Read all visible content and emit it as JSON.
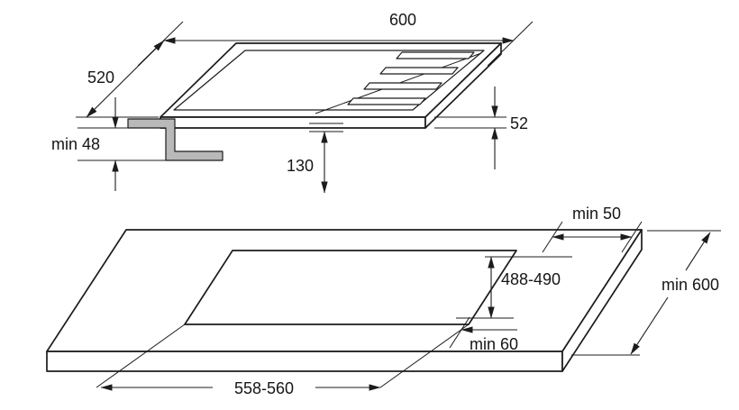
{
  "meta": {
    "background": "#ffffff",
    "line_color": "#1c1c1c",
    "profile_fill": "#b9b9b9"
  },
  "hob_view": {
    "width_mm": "600",
    "depth_mm": "520",
    "min_clearance_below": "min 48",
    "front_offset": "130",
    "height_mm": "52"
  },
  "worktop_view": {
    "cutout_width": "558-560",
    "cutout_depth": "488-490",
    "min_rear_distance": "min 50",
    "min_worktop_depth": "min 600",
    "min_front_distance": "min 60"
  }
}
